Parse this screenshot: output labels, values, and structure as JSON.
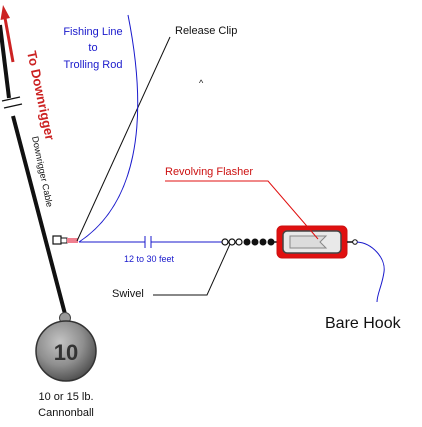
{
  "labels": {
    "to_downrigger": "To Downrigger",
    "downrigger_cable": "Downrigger Cable",
    "fishing_line_1": "Fishing Line",
    "fishing_line_2": "to",
    "fishing_line_3": "Trolling Rod",
    "release_clip": "Release Clip",
    "revolving_flasher": "Revolving Flasher",
    "distance": "12 to 30 feet",
    "swivel": "Swivel",
    "bare_hook": "Bare Hook",
    "weight_number": "10",
    "cannonball_1": "10 or 15 lb.",
    "cannonball_2": "Cannonball"
  },
  "colors": {
    "arrow_red": "#cc2222",
    "fishing_line_blue": "#1a1acc",
    "flasher_red": "#e01010",
    "cable": "#111111",
    "ball": "#8f8f8f",
    "release_pink": "#f07f8f"
  }
}
